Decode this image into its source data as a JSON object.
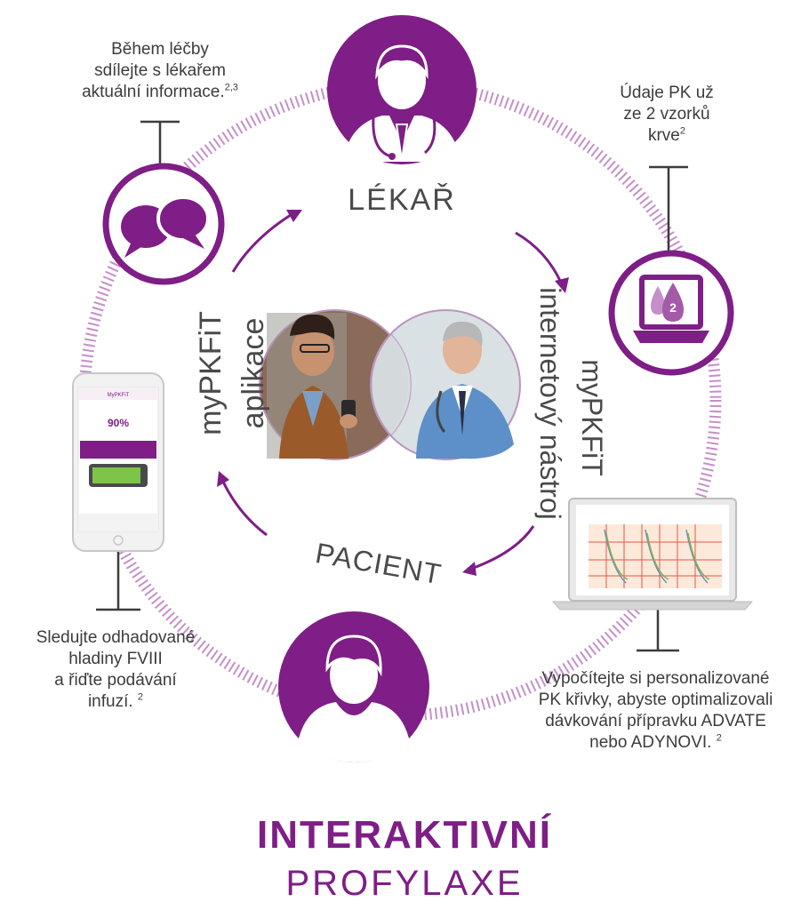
{
  "colors": {
    "accent": "#7e1e86",
    "ring": "#c58fc9",
    "text": "#3c3c3c"
  },
  "roles": {
    "doctor": "LÉKAŘ",
    "patient": "PACIENT"
  },
  "tools": {
    "app_line1": "myPKFiT",
    "app_line2": "aplikace",
    "web_line1": "myPKFiT",
    "web_line2": "internetový nástroj"
  },
  "notes": {
    "share": {
      "lines": [
        "Během léčby",
        "sdílejte s lékařem",
        "aktuální informace."
      ],
      "sup": "2,3"
    },
    "pk": {
      "lines": [
        "Údaje PK už",
        "ze 2 vzorků",
        "krve"
      ],
      "sup": "2"
    },
    "monitor": {
      "lines": [
        "Sledujte odhadované",
        "hladiny FVIII",
        "a řiďte podávání",
        "infuzí."
      ],
      "sup": "2"
    },
    "calc": {
      "lines": [
        "Vypočítejte si personalizované",
        "PK křivky, abyste optimalizovali",
        "dávkování přípravku ADVATE",
        "nebo ADYNOVI."
      ],
      "sup": "2"
    }
  },
  "blood_badge": "2",
  "phone": {
    "header": "MyPKFiT",
    "value": "90%"
  },
  "title": {
    "line1": "INTERAKTIVNÍ",
    "line2": "PROFYLAXE"
  }
}
